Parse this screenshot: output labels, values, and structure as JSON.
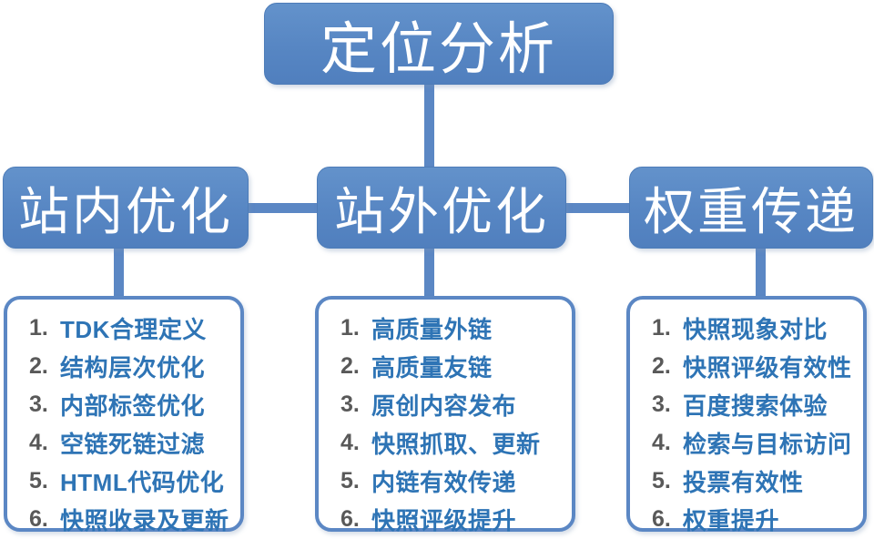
{
  "diagram": {
    "root": {
      "label": "定位分析"
    },
    "branches": [
      {
        "label": "站内优化",
        "items": [
          {
            "num": "1.",
            "text": "TDK合理定义"
          },
          {
            "num": "2.",
            "text": "结构层次优化"
          },
          {
            "num": "3.",
            "text": "内部标签优化"
          },
          {
            "num": "4.",
            "text": "空链死链过滤"
          },
          {
            "num": "5.",
            "text": "HTML代码优化"
          },
          {
            "num": "6.",
            "text": "快照收录及更新"
          }
        ]
      },
      {
        "label": "站外优化",
        "items": [
          {
            "num": "1.",
            "text": "高质量外链"
          },
          {
            "num": "2.",
            "text": "高质量友链"
          },
          {
            "num": "3.",
            "text": "原创内容发布"
          },
          {
            "num": "4.",
            "text": "快照抓取、更新"
          },
          {
            "num": "5.",
            "text": "内链有效传递"
          },
          {
            "num": "6.",
            "text": "快照评级提升"
          }
        ]
      },
      {
        "label": "权重传递",
        "items": [
          {
            "num": "1.",
            "text": "快照现象对比"
          },
          {
            "num": "2.",
            "text": "快照评级有效性"
          },
          {
            "num": "3.",
            "text": "百度搜索体验"
          },
          {
            "num": "4.",
            "text": "检索与目标访问"
          },
          {
            "num": "5.",
            "text": "投票有效性"
          },
          {
            "num": "6.",
            "text": "权重提升"
          }
        ]
      }
    ],
    "colors": {
      "node_fill": "#5b87c4",
      "node_text": "#ffffff",
      "list_border": "#5b87c4",
      "item_text": "#2e74b5",
      "item_number": "#595959",
      "connector": "#5b87c4"
    }
  }
}
